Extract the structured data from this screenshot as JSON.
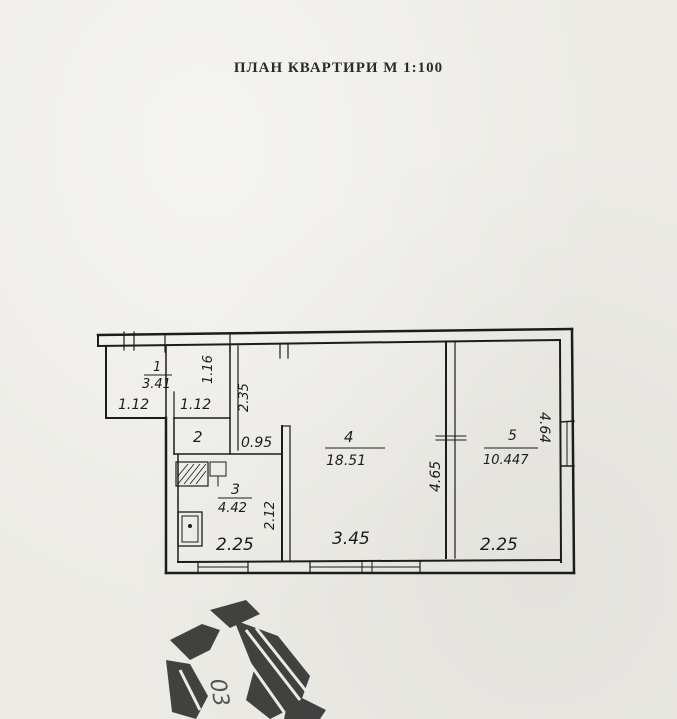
{
  "title": "ПЛАН КВАРТИРИ М 1:100",
  "rooms": [
    {
      "number": "1",
      "area": "3.41"
    },
    {
      "number": "2",
      "area": ""
    },
    {
      "number": "3",
      "area": "4.42"
    },
    {
      "number": "4",
      "area": "18.51"
    },
    {
      "number": "5",
      "area": "10.447"
    }
  ],
  "dimensions": {
    "corridor_left_width": "1.12",
    "corridor_mid_width": "1.12",
    "corridor_vertical_a": "1.16",
    "corridor_vertical_b": "2.35",
    "bath_width": "0.95",
    "kitchen_height": "2.12",
    "kitchen_width": "2.25",
    "room4_height": "4.65",
    "room4_width": "3.45",
    "room5_width": "2.25",
    "room5_height": "4.64"
  },
  "stamp_text": "03",
  "colors": {
    "ink": "#1c1c1c",
    "paper": "#ecebe6"
  }
}
